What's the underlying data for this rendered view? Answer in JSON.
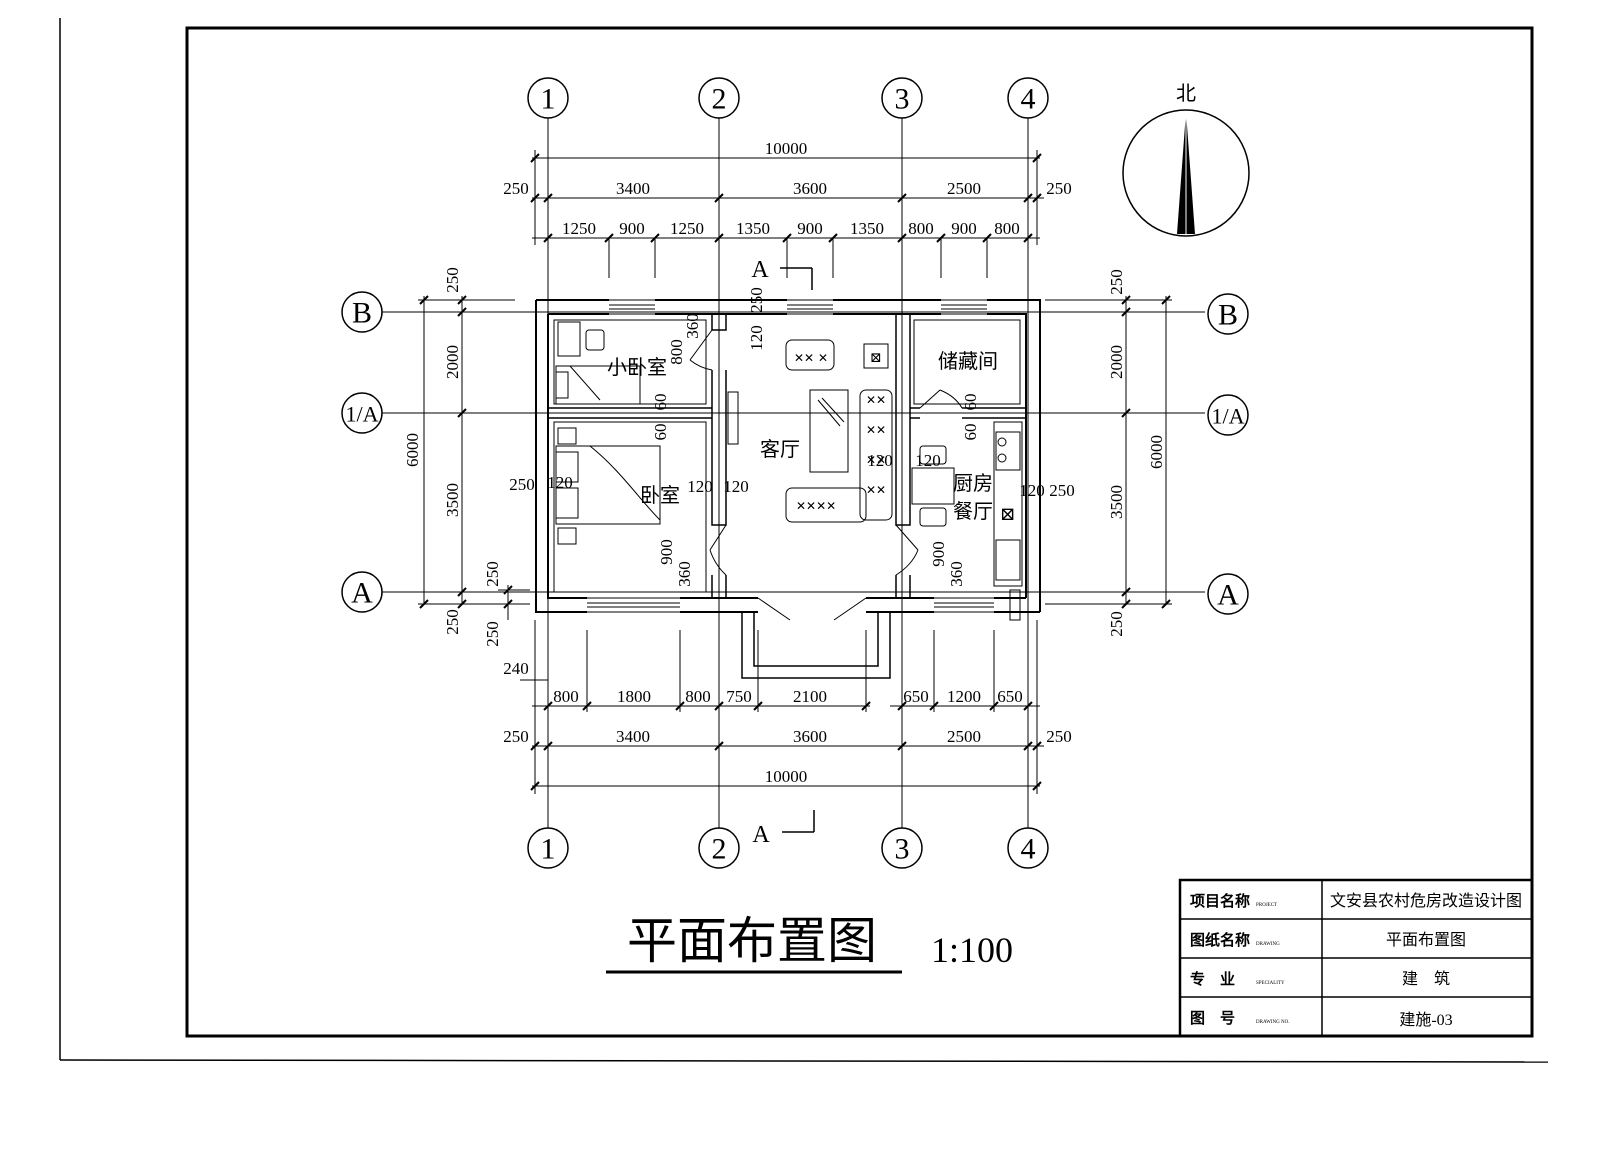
{
  "drawing": {
    "title": "平面布置图",
    "scale": "1:100",
    "north_label": "北",
    "grid_columns": [
      "1",
      "2",
      "3",
      "4"
    ],
    "grid_rows": [
      "B",
      "1/A",
      "A"
    ],
    "section_mark": "A",
    "rooms": {
      "small_bedroom": "小卧室",
      "bedroom": "卧室",
      "living_room": "客厅",
      "storage": "储藏间",
      "kitchen": "厨房",
      "dining": "餐厅"
    },
    "dims": {
      "top_total": "10000",
      "top_bays": [
        "3400",
        "3600",
        "2500"
      ],
      "top_ends": [
        "250",
        "250"
      ],
      "top_windows": [
        "1250",
        "900",
        "1250",
        "1350",
        "900",
        "1350",
        "800",
        "900",
        "800"
      ],
      "bottom_openings": [
        "800",
        "1800",
        "800",
        "750",
        "2100",
        "650",
        "1200",
        "650"
      ],
      "bottom_bays": [
        "3400",
        "3600",
        "2500"
      ],
      "bottom_ends": [
        "250",
        "250"
      ],
      "bottom_total": "10000",
      "porch": "240",
      "left_total": "6000",
      "left_parts": [
        "250",
        "2000",
        "3500",
        "250"
      ],
      "right_total": "6000",
      "right_parts": [
        "250",
        "2000",
        "3500",
        "250"
      ],
      "small_left": [
        "250",
        "250"
      ],
      "interior": {
        "d250": "250",
        "d120": "120",
        "d360": "360",
        "d800": "800",
        "d900": "900",
        "d60": "60"
      }
    }
  },
  "title_block": {
    "rows": [
      {
        "label": "项目名称",
        "en": "PROJECT",
        "value": "文安县农村危房改造设计图"
      },
      {
        "label": "图纸名称",
        "en": "DRAWING",
        "value": "平面布置图"
      },
      {
        "label": "专　业",
        "en": "SPECIALITY",
        "value": "建　筑"
      },
      {
        "label": "图　号",
        "en": "DRAWING NO.",
        "value": "建施-03"
      }
    ]
  }
}
